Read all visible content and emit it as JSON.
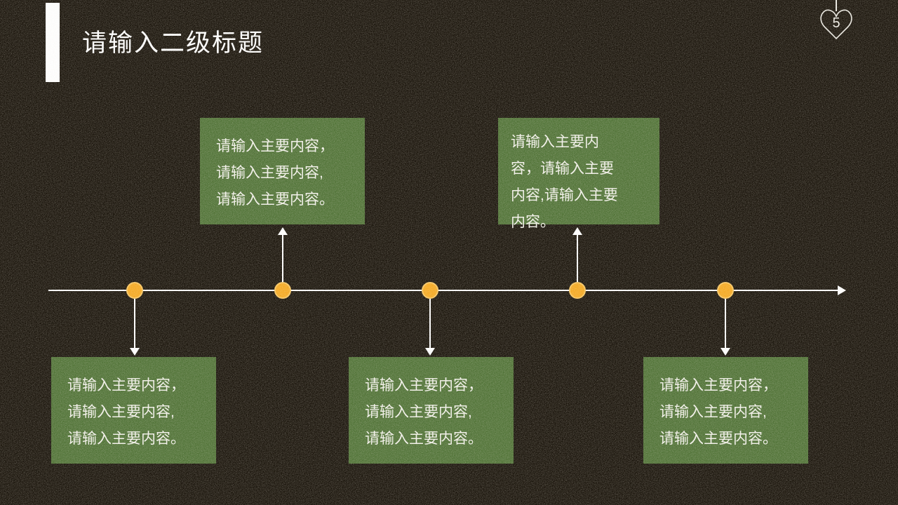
{
  "slide": {
    "title": "请输入二级标题",
    "page_number": "5"
  },
  "colors": {
    "background": "#181209",
    "accent_bar": "#FFFFFF",
    "box_green": "#4E7134",
    "dot_orange": "#F6A91F",
    "line_white": "#FFFFFF"
  },
  "timeline": {
    "direction": "left-to-right",
    "boxes": [
      {
        "id": "top-1",
        "side": "above",
        "lines": [
          "请输入主要内容，",
          "请输入主要内容,",
          "请输入主要内容。"
        ]
      },
      {
        "id": "top-2",
        "side": "above",
        "lines": [
          "请输入主要内",
          "容，请输入主要",
          "内容,请输入主要",
          "内容。"
        ]
      },
      {
        "id": "bottom-1",
        "side": "below",
        "lines": [
          "请输入主要内容，",
          "请输入主要内容,",
          "请输入主要内容。"
        ]
      },
      {
        "id": "bottom-2",
        "side": "below",
        "lines": [
          "请输入主要内容，",
          "请输入主要内容,",
          "请输入主要内容。"
        ]
      },
      {
        "id": "bottom-3",
        "side": "below",
        "lines": [
          "请输入主要内容，",
          "请输入主要内容,",
          "请输入主要内容。"
        ]
      }
    ]
  }
}
